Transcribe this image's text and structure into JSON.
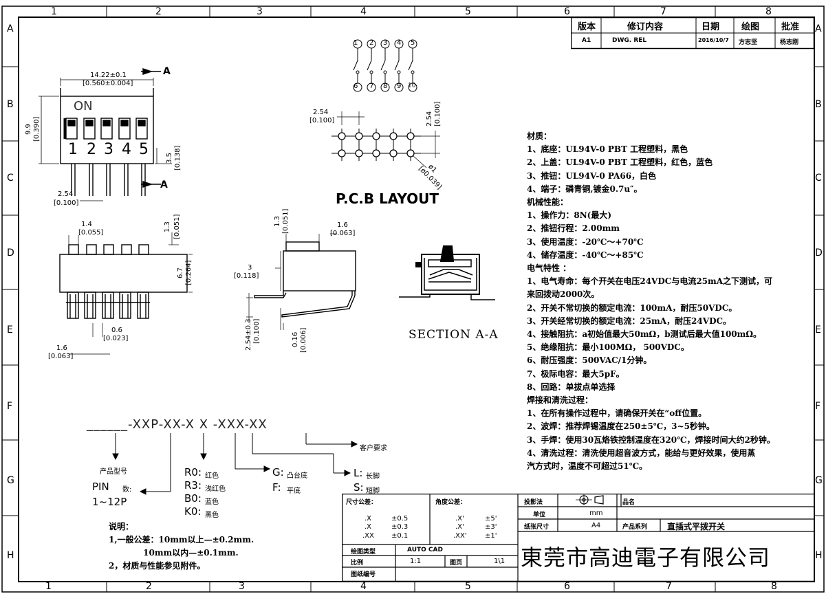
{
  "grid": {
    "columns_top": [
      "1",
      "2",
      "3",
      "4",
      "5",
      "6",
      "7",
      "8"
    ],
    "columns_bottom": [
      "1",
      "2",
      "3",
      "4",
      "5",
      "6",
      "7",
      "8"
    ],
    "rows_left": [
      "A",
      "B",
      "C",
      "D",
      "E",
      "F",
      "G",
      "H"
    ],
    "rows_right": [
      "A",
      "B",
      "C",
      "D",
      "E",
      "F",
      "G",
      "H"
    ]
  },
  "revision_table": {
    "headers": [
      "版本",
      "修订内容",
      "日期",
      "绘图",
      "批准"
    ],
    "row": [
      "A1",
      "DWG. REL",
      "2016/10/7",
      "方志坚",
      "杨志刚"
    ]
  },
  "top_view": {
    "label_on": "ON",
    "switch_numbers": [
      "1",
      "2",
      "3",
      "4",
      "5"
    ],
    "width_dim": "14.22±0.1",
    "width_dim_in": "[0.560±0.004]",
    "height_dim": "9.9",
    "height_dim_in": "[0.390]",
    "pin_len_dim": "3.5",
    "pin_len_dim_in": "[0.138]",
    "pitch_dim": "2.54",
    "pitch_dim_in": "[0.100]",
    "section_marker": "A"
  },
  "pcb": {
    "title": "P.C.B LAYOUT",
    "pins_top": [
      "1",
      "2",
      "3",
      "4",
      "5"
    ],
    "pins_bottom": [
      "6",
      "7",
      "8",
      "9",
      "10"
    ],
    "pitch_h": "2.54",
    "pitch_h_in": "[0.100]",
    "pitch_v": "2.54",
    "pitch_v_in": "[0.100]",
    "hole": "ø1",
    "hole_in": "[ø0.039]"
  },
  "front_view": {
    "dim_top_w": "1.4",
    "dim_top_w_in": "[0.055]",
    "dim_top_h": "1.3",
    "dim_top_h_in": "[0.051]",
    "dim_h": "6.7",
    "dim_h_in": "[0.264]",
    "dim_pin": "0.6",
    "dim_pin_in": "[0.023]",
    "dim_foot": "1.6",
    "dim_foot_in": "[0.063]"
  },
  "side_view": {
    "dim_a": "1.3",
    "dim_a_in": "[0.051]",
    "dim_b": "1.6",
    "dim_b_in": "[0.063]",
    "dim_c": "3",
    "dim_c_in": "[0.118]",
    "dim_d": "2.54±0.3",
    "dim_d_in": "[0.100]",
    "dim_e": "0.16",
    "dim_e_in": "[0.006]"
  },
  "section": {
    "label": "SECTION A-A"
  },
  "notes": [
    "材质：",
    "1、底座：UL94V-0 PBT 工程塑料，黑色",
    "2、上盖：UL94V-0 PBT 工程塑料，红色，蓝色",
    "3、推钮：UL94V-0 PA66，白色",
    "4、端子：磷青铜,镀金0.7u″。",
    "机械性能：",
    "1、操作力：8N(最大)",
    "2、推钮行程：2.00mm",
    "3、使用温度：-20℃～+70℃",
    "4、储存温度：-40℃～+85℃",
    "电气特性 ：",
    "1、电气寿命：每个开关在电压24VDC与电流25mA之下测试，可",
    "    来回拨动2000次。",
    "2、开关不常切换的额定电流：100mA，耐压50VDC。",
    "3、开关经常切换的额定电流：25mA，耐压24VDC。",
    "4、接触阻抗：a初始值最大50mΩ，b测试后最大值100mΩ。",
    "5、绝缘阻抗：最小100MΩ， 500VDC。",
    "6、耐压强度：500VAC/1分钟。",
    "7、极际电容：最大5pF。",
    "8、回路：单拔点单选择",
    "焊接和清洗过程：",
    "1、在所有操作过程中，请确保开关在“off位置。",
    "2、波焊：推荐焊锡温度在250±5℃，3~5秒钟。",
    "3、手焊：使用30瓦烙铁控制温度在320℃，焊接时间大约2秒钟。",
    "4、清洗过程：清洗使用超音波方式，能给与更好效果，使用蒸",
    "    汽方式时，温度不可超过51℃。"
  ],
  "part_number": {
    "code": "______-XXP-XX-X  X  -XXX-XX",
    "customer": "客户要求",
    "product_model": "产品型号",
    "pin_label": "PIN",
    "pin_count_label": "数:",
    "pin_range": "1~12P",
    "colors": [
      {
        "code": "R0:",
        "desc": "红色"
      },
      {
        "code": "R3:",
        "desc": "浅红色"
      },
      {
        "code": "B0:",
        "desc": "蓝色"
      },
      {
        "code": "K0:",
        "desc": "黑色"
      }
    ],
    "base": [
      {
        "code": "G:",
        "desc": "凸台底"
      },
      {
        "code": "F:",
        "desc": "平底"
      }
    ],
    "pins": [
      {
        "code": "L:",
        "desc": "长脚"
      },
      {
        "code": "S:",
        "desc": "短脚"
      }
    ]
  },
  "explanation": {
    "title": "说明：",
    "lines": [
      "1,一般公差：10mm以上—±0.2mm.",
      "            10mm以内—±0.1mm.",
      "2，材质与性能参见附件。"
    ]
  },
  "title_block": {
    "dim_tol_label": "尺寸公差：",
    "ang_tol_label": "角度公差：",
    "dim_tol": [
      [
        ".X",
        "±0.5"
      ],
      [
        ".X",
        "±0.3"
      ],
      [
        ".XX",
        "±0.1"
      ]
    ],
    "ang_tol": [
      [
        ".X'",
        "±5'"
      ],
      [
        ".X'",
        "±3'"
      ],
      [
        ".XX'",
        "±1'"
      ]
    ],
    "projection_label": "投影法",
    "product_name_label": "品名",
    "unit_label": "单位",
    "unit": "mm",
    "size_label": "纸张尺寸",
    "size": "A4",
    "series_label": "产品系列",
    "series": "直插式平拨开关",
    "software_label": "绘图类型",
    "software": "AUTO CAD",
    "scale_label": "比例",
    "scale": "1:1",
    "page_label": "图页",
    "page": "1\\1",
    "drawing_no_label": "图纸编号",
    "company": "東莞市高迪電子有限公司"
  }
}
